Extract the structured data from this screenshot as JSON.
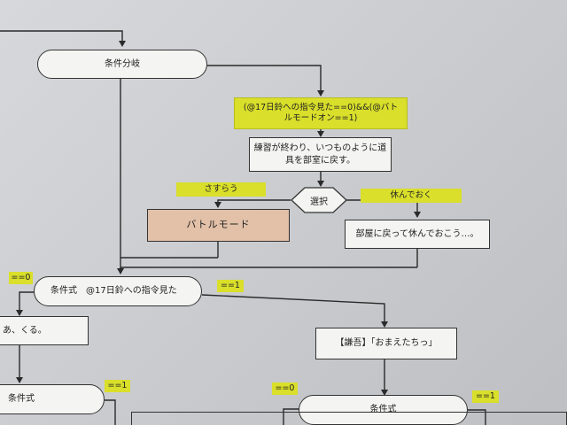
{
  "nodes": {
    "cond_branch": "条件分岐",
    "cond_check": "(@17日鈴への指令見た==0)&&(@バト\nルモードオン==1)",
    "practice": "練習が終わり、いつものように道\n具を部室に戻す。",
    "select": "選択",
    "battle_mode": "バトルモード",
    "room_rest": "部屋に戻って休んでおこう…。",
    "cond_expr_main": "条件式　@17日鈴への指令見た",
    "ah_kuru": "あ、くる。",
    "kenji_line": "【謙吾】「おまえたちっ」",
    "cond_expr_left": "条件式",
    "cond_expr_bottom": "条件式"
  },
  "tags": {
    "sasurau": "さすらう",
    "yasunde": "休んでおく",
    "eq0_left": "==0",
    "eq1_mid": "==1",
    "eq1_left_bottom": "==1",
    "eq0_bottom": "==0",
    "eq1_right_bottom": "==1"
  },
  "colors": {
    "tag_fill": "#d9df2a",
    "battle_fill": "#e2c1a8",
    "node_fill": "#f4f4f2",
    "line": "#2a2a2a"
  }
}
